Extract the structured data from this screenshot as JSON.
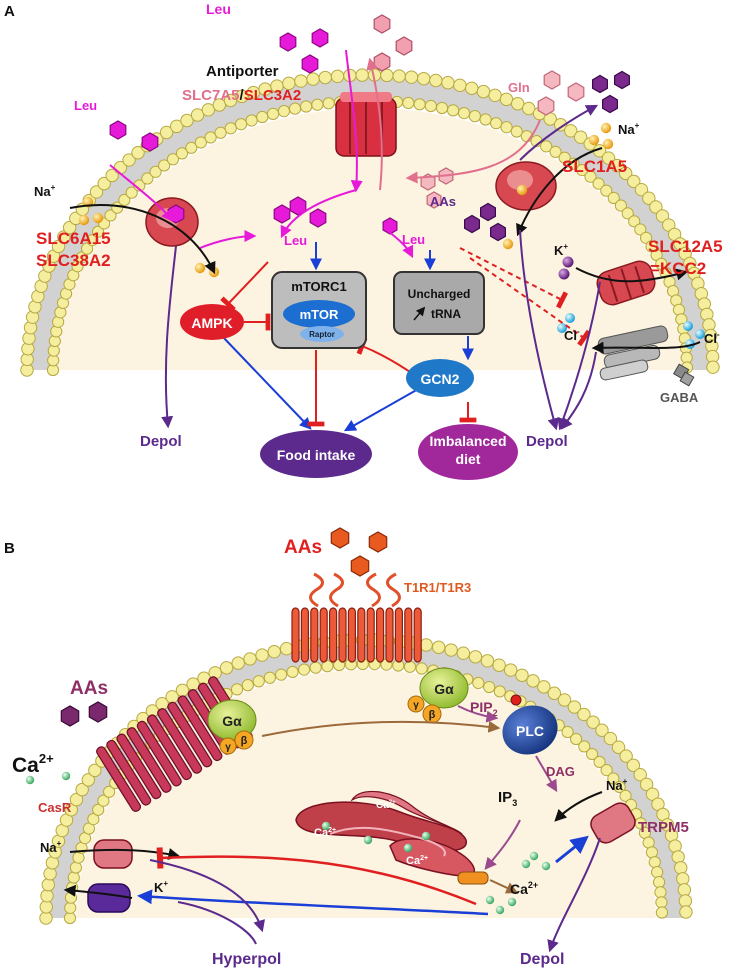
{
  "panel_a": {
    "panel_letter": "A",
    "leu_labels": [
      "Leu",
      "Leu",
      "Leu",
      "Leu"
    ],
    "antiporter_title": "Antiporter",
    "antiporter_slc7a5": "SLC7A5",
    "antiporter_sep": "/",
    "antiporter_slc3a2": "SLC3A2",
    "gln": "Gln",
    "na": "Na",
    "na_sup": "+",
    "slc1a5": "SLC1A5",
    "slc6a15": "SLC6A15",
    "slc38a2": "SLC38A2",
    "aas": "AAs",
    "k": "K",
    "k_sup": "+",
    "slc12a5": "SLC12A5",
    "kcc2": "=KCC2",
    "cl": "Cl",
    "cl_sup": "-",
    "gaba": "GABA",
    "ampk": "AMPK",
    "mtorc1": "mTORC1",
    "mtor": "mTOR",
    "raptor": "Raptor",
    "uncharged_line1": "Uncharged",
    "uncharged_line2": "tRNA",
    "gcn2": "GCN2",
    "food_intake": "Food intake",
    "imbalanced_line1": "Imbalanced",
    "imbalanced_line2": "diet",
    "depol": "Depol"
  },
  "panel_b": {
    "panel_letter": "B",
    "aas": "AAs",
    "t1r": "T1R1/T1R3",
    "galpha": "Gα",
    "gamma": "γ",
    "beta": "β",
    "pip2": "PIP",
    "pip2_sub": "2",
    "plc": "PLC",
    "dag": "DAG",
    "ip3": "IP",
    "ip3_sub": "3",
    "ca": "Ca",
    "ca_sup": "2+",
    "casr": "CasR",
    "na": "Na",
    "na_sup": "+",
    "k": "K",
    "k_sup": "+",
    "trpm5": "TRPM5",
    "hyperpol": "Hyperpol",
    "depol": "Depol"
  },
  "colors": {
    "leu": "#e81ad9",
    "transporter_red": "#e02020",
    "purple": "#5b2a8c",
    "blue": "#1a3fd6",
    "inhibit_red": "#e02020",
    "cell_fill": "#fdf3e1",
    "lipid_head": "#f4ee9e",
    "plum": "#8e2f66"
  }
}
